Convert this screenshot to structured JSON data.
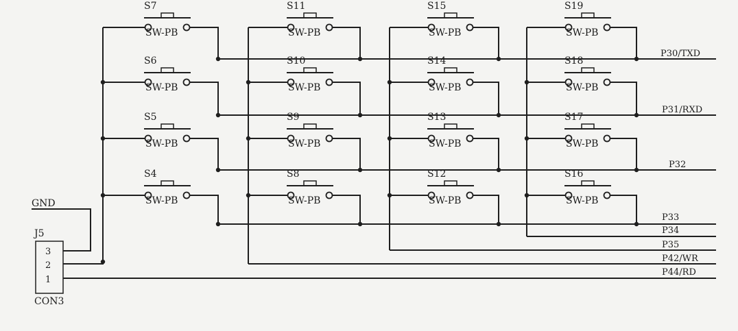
{
  "diagram": {
    "connector": {
      "ref": "J5",
      "value": "CON3",
      "pins": [
        "3",
        "2",
        "1"
      ],
      "gnd_label": "GND"
    },
    "switch_value": "SW-PB",
    "columns": [
      [
        "S7",
        "S6",
        "S5",
        "S4"
      ],
      [
        "S11",
        "S10",
        "S9",
        "S8"
      ],
      [
        "S15",
        "S14",
        "S13",
        "S12"
      ],
      [
        "S19",
        "S18",
        "S17",
        "S16"
      ]
    ],
    "nets": [
      "P30/TXD",
      "P31/RXD",
      "P32",
      "P33",
      "P34",
      "P35",
      "P42/WR",
      "P44/RD"
    ]
  }
}
